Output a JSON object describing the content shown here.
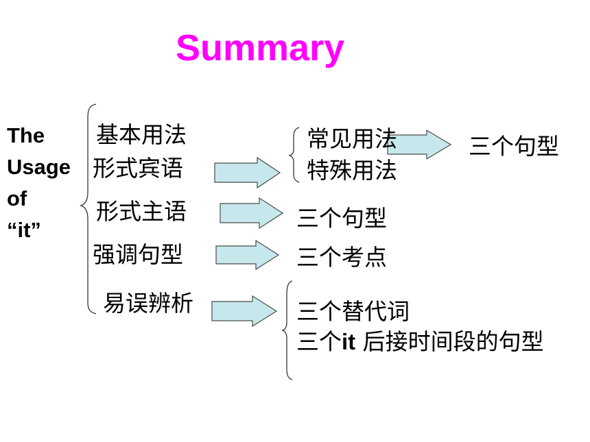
{
  "title": "Summary",
  "topic": {
    "line1": "The",
    "line2": "Usage",
    "line3": " of",
    "line4": " “it”"
  },
  "branches": {
    "basic": "基本用法",
    "formal_object": "形式宾语",
    "formal_subject": "形式主语",
    "emphatic": "强调句型",
    "confusables": "易误辨析"
  },
  "results": {
    "common_usage": "常见用法",
    "special_usage": "特殊用法",
    "three_patterns_a": "三个句型",
    "three_patterns_b": "三个句型",
    "three_points": "三个考点",
    "three_substitutes": "三个替代词",
    "it_prefix": "三个",
    "it_word": "it",
    "it_suffix": " 后接时间段的句型"
  },
  "colors": {
    "title": "#ff00ff",
    "arrow_fill": "#c6e8ec",
    "arrow_stroke": "#4a4a4a"
  }
}
